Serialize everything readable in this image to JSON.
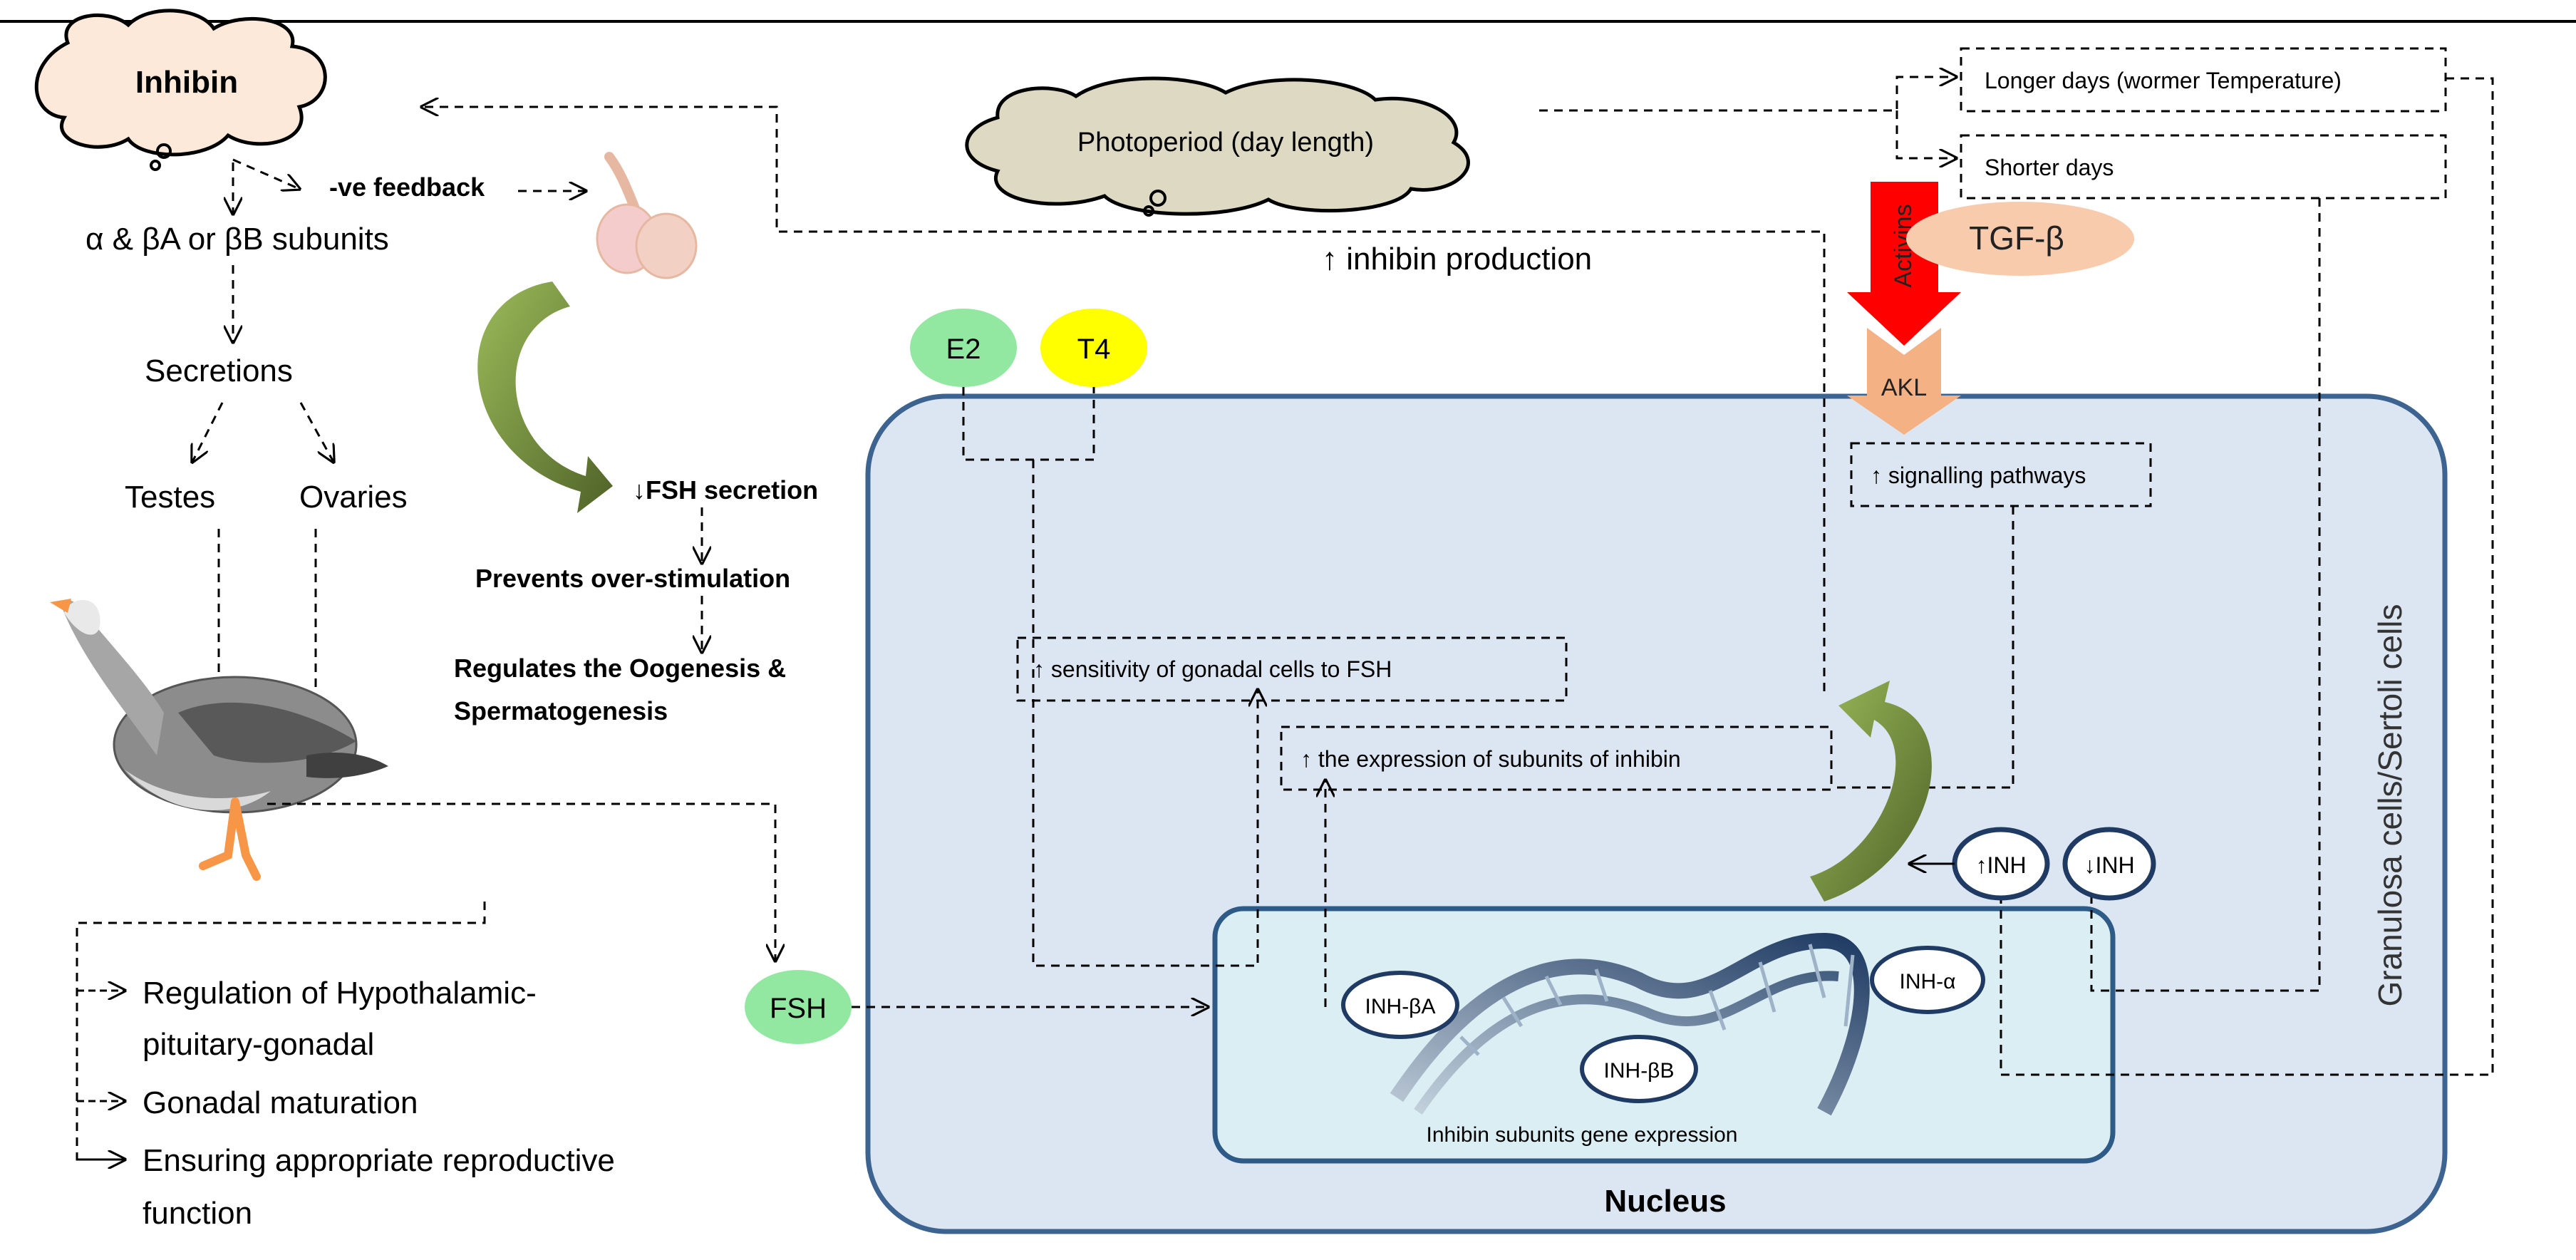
{
  "inhibin": {
    "label": "Inhibin",
    "neg_feedback": "-ve feedback",
    "subunits": "α & βA or βB subunits",
    "secretions": "Secretions",
    "testes": "Testes",
    "ovaries": "Ovaries"
  },
  "pituitary": {
    "fsh_secretion": "↓FSH secretion",
    "prevents": "Prevents over-stimulation",
    "regulates_line1": "Regulates the Oogenesis &",
    "regulates_line2": "Spermatogenesis"
  },
  "outcomes": {
    "item1_line1": "Regulation of Hypothalamic-",
    "item1_line2": "pituitary-gonadal",
    "item2": "Gonadal maturation",
    "item3_line1": "Ensuring appropriate reproductive",
    "item3_line2": "function"
  },
  "fsh": {
    "label": "FSH"
  },
  "photoperiod": {
    "label": "Photoperiod (day length)",
    "longer_days": "Longer days (wormer Temperature)",
    "shorter_days": "Shorter days"
  },
  "cell": {
    "inhibin_production": "↑ inhibin production",
    "e2": "E2",
    "t4": "T4",
    "activins": "Activins",
    "tgf": "TGF-β",
    "akl": "AKL",
    "signalling": "↑ signalling pathways",
    "sensitivity": "↑ sensitivity of gonadal cells to FSH",
    "expression": "↑ the expression of subunits of inhibin",
    "inh_up": "↑INH",
    "inh_down": "↓INH",
    "side_label": "Granulosa cells/Sertoli cells"
  },
  "nucleus": {
    "title": "Nucleus",
    "inh_ba": "INH-βA",
    "inh_bb": "INH-βB",
    "inh_a": "INH-α",
    "gene_expression": "Inhibin subunits gene expression"
  },
  "colors": {
    "cell_fill": "#dce6f2",
    "cell_stroke": "#3d6491",
    "nucleus_fill": "#dbeef4",
    "green_oval": "#92e8a0",
    "yellow_oval": "#ffff00",
    "activin_red": "#ff0000",
    "tgf_peach": "#f8cbad",
    "akl_peach": "#f4b183",
    "green_arrow": "#76923c",
    "cloud_fill": "#fde9d9"
  }
}
